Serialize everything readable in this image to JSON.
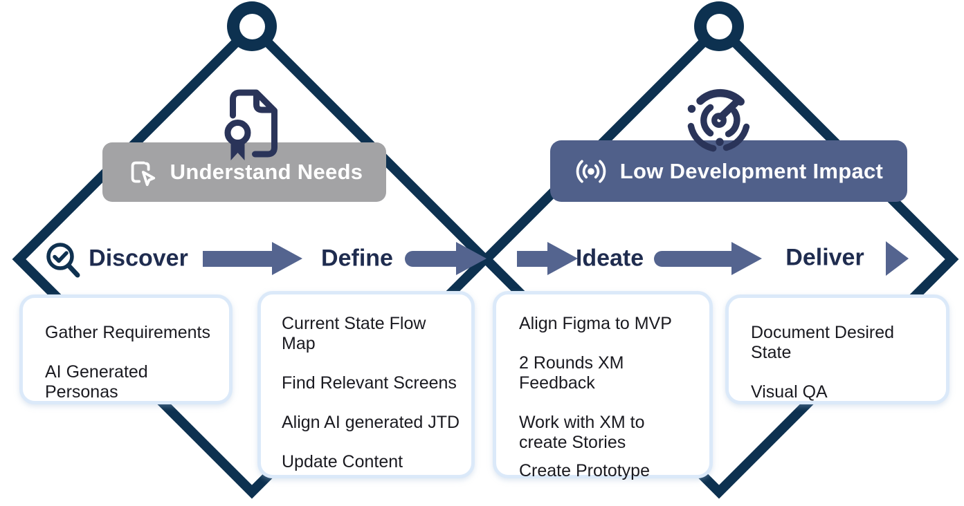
{
  "colors": {
    "diamond_navy": "#0d3150",
    "icon_navy": "#2a3459",
    "phase_text_navy": "#1f2c4f",
    "arrow_slate": "#54648f",
    "banner_gray": "#a3a3a5",
    "banner_slate": "#50608a",
    "card_border_blue": "#dbe9f9",
    "card_text": "#1a1a20",
    "white": "#ffffff"
  },
  "left_diamond": {
    "top_icon": "certificate-document-icon",
    "banner": {
      "icon": "click-select-icon",
      "label": "Understand Needs"
    }
  },
  "right_diamond": {
    "top_icon": "radar-target-icon",
    "banner": {
      "icon": "broadcast-icon",
      "label": "Low Development Impact"
    }
  },
  "phases": [
    {
      "label": "Discover",
      "icon": "search-check-icon",
      "items": [
        "Gather Requirements",
        "AI Generated Personas"
      ]
    },
    {
      "label": "Define",
      "items": [
        "Current State Flow Map",
        "Find Relevant Screens",
        "Align AI generated JTD",
        "Update Content"
      ]
    },
    {
      "label": "Ideate",
      "items": [
        "Align Figma to MVP",
        "2 Rounds XM Feedback",
        "Work with XM to create Stories",
        "Create Prototype"
      ]
    },
    {
      "label": "Deliver",
      "items": [
        "Document Desired State",
        "Visual QA"
      ]
    }
  ]
}
